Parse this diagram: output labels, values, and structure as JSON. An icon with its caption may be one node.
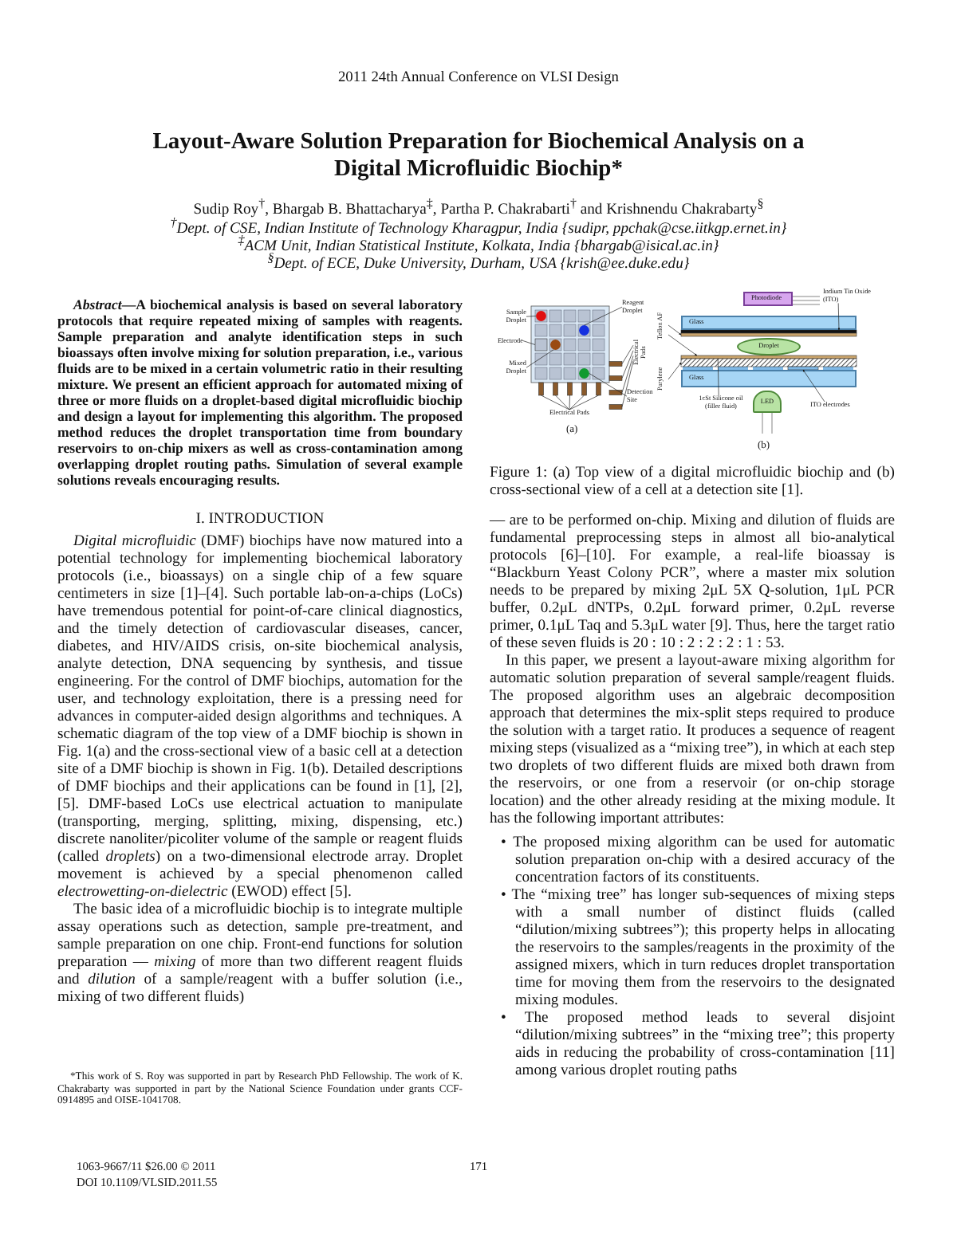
{
  "diagram": {
    "title": "Layout-Aware Solution Preparation for Biochemical Analysis on a Digital Microfluidic Biochip*",
    "caption": "Figure 1: (a) Top view of a digital microfluidic biochip and (b) cross-sectional view of a cell at a detection site [1].",
    "nodes": [
      {
        "text": [
          "Sample Droplet"
        ]
      },
      {
        "text": [
          "Electrode"
        ]
      },
      {
        "text": [
          "Mixed Droplet"
        ]
      },
      {
        "text": [
          "Reagent Droplet"
        ]
      },
      {
        "text": [
          "Electrical Pads"
        ]
      },
      {
        "text": [
          "Detection Site"
        ]
      },
      {
        "text": [
          "Electrical Pads"
        ]
      },
      {
        "text": [
          "Photodiode"
        ]
      },
      {
        "text": [
          "Indium Tin Oxide (ITO)"
        ]
      },
      {
        "text": [
          "Glass"
        ]
      },
      {
        "text": [
          "Teflon AF"
        ]
      },
      {
        "text": [
          "Droplet"
        ]
      },
      {
        "text": [
          "Parylene"
        ]
      },
      {
        "text": [
          "Glass"
        ]
      },
      {
        "text": [
          "1cSt Silicone oil (filler fluid)"
        ]
      },
      {
        "text": [
          "LED"
        ]
      },
      {
        "text": [
          "ITO electrodes"
        ]
      },
      {
        "text": [],
        "shape": "circle"
      },
      {
        "text": [],
        "shape": "box"
      },
      {
        "text": [],
        "shape": "circle"
      },
      {
        "text": [],
        "shape": "circle"
      },
      {
        "text": [],
        "shape": "bar"
      },
      {
        "text": [],
        "shape": "bar"
      },
      {
        "text": [],
        "shape": "bar"
      },
      {
        "text": [],
        "shape": "bar"
      },
      {
        "text": [],
        "shape": "circle"
      },
      {
        "text": [],
        "shape": "bar"
      },
      {
        "text": [],
        "shape": "bar"
      },
      {
        "text": [],
        "shape": "bar"
      },
      {
        "text": [],
        "shape": "bar"
      },
      {
        "text": [],
        "shape": "bar"
      },
      {
        "text": [],
        "shape": "bar"
      },
      {
        "text": [],
        "shape": "bar"
      },
      {
        "text": [],
        "shape": "bar"
      },
      {
        "text": [],
        "shape": "bar"
      },
      {
        "text": [],
        "shape": "bar"
      }
    ],
    "edges": [
      {
        "from": 0,
        "to": 17,
        "arrow": "none"
      },
      {
        "from": 1,
        "to": 18,
        "arrow": "none"
      },
      {
        "from": 2,
        "to": 19,
        "arrow": "none"
      },
      {
        "from": 3,
        "to": 20,
        "arrow": "none"
      },
      {
        "from": 4,
        "to": 21,
        "arrow": "none"
      },
      {
        "from": 4,
        "to": 22,
        "arrow": "none"
      },
      {
        "from": 4,
        "to": 23,
        "arrow": "none"
      },
      {
        "from": 4,
        "to": 24,
        "arrow": "none"
      },
      {
        "from": 5,
        "to": 25,
        "arrow": "none"
      },
      {
        "from": 6,
        "to": 26,
        "arrow": "none"
      },
      {
        "from": 6,
        "to": 27,
        "arrow": "none"
      },
      {
        "from": 6,
        "to": 28,
        "arrow": "none"
      },
      {
        "from": 6,
        "to": 29,
        "arrow": "none"
      },
      {
        "from": 6,
        "to": 30,
        "arrow": "none"
      },
      {
        "from": 8,
        "to": 31,
        "arrow": "to"
      },
      {
        "from": 10,
        "to": 32,
        "arrow": "to"
      },
      {
        "from": 10,
        "to": 33,
        "arrow": "to"
      },
      {
        "from": 12,
        "to": 34,
        "arrow": "to"
      },
      {
        "from": 14,
        "to": 33,
        "arrow": "none"
      },
      {
        "from": 16,
        "to": 35,
        "arrow": "to"
      }
    ],
    "labels": [
      "2011 24th Annual Conference on VLSI Design",
      "Sudip Roy$^{†}$, Bhargab B. Bhattacharya$^{‡}$, Partha P. Chakrabarti$^{†}$ and Krishnendu Chakrabarty$^{§}$",
      "$^{†}$Dept. of CSE, Indian Institute of Technology Kharagpur, India {sudipr, ppchak@cse.iitkgp.ernet.in}",
      "$^{‡}$ACM Unit, Indian Statistical Institute, Kolkata, India {bhargab@isical.ac.in}",
      "$^{§}$Dept. of ECE, Duke University, Durham, USA {krish@ee.duke.edu}",
      "*Abstract*—A biochemical analysis is based on several laboratory protocols that require repeated mixing of samples with reagents. Sample preparation and analyte identification steps in such bioassays often involve mixing for solution preparation, i.e., various fluids are to be mixed in a certain volumetric ratio in their resulting mixture. We present an efficient approach for automated mixing of three or more fluids on a droplet-based digital microfluidic biochip and design a layout for implementing this algorithm. The proposed method reduces the droplet transportation time from boundary reservoirs to on-chip mixers as well as cross-contamination among overlapping droplet routing paths. Simulation of several example solutions reveals encouraging results.",
      "I. INTRODUCTION",
      "*Digital microfluidic* (DMF) biochips have now matured into a potential technology for implementing biochemical laboratory protocols (i.e., bioassays) on a single chip of a few square centimeters in size [1]–[4]. Such portable lab-on-a-chips (LoCs) have tremendous potential for point-of-care clinical diagnostics, and the timely detection of cardiovascular diseases, cancer, diabetes, and HIV/AIDS crisis, on-site biochemical analysis, analyte detection, DNA sequencing by synthesis, and tissue engineering. For the control of DMF biochips, automation for the user, and technology exploitation, there is a pressing need for advances in computer-aided design algorithms and techniques. A schematic diagram of the top view of a DMF biochip is shown in Fig. 1(a) and the cross-sectional view of a basic cell at a detection site of a DMF biochip is shown in Fig. 1(b). Detailed descriptions of DMF biochips and their applications can be found in [1], [2], [5]. DMF-based LoCs use electrical actuation to manipulate (transporting, merging, splitting, mixing, dispensing, etc.) discrete nanoliter/picoliter volume of the sample or reagent fluids (called *droplets*) on a two-dimensional electrode array. Droplet movement is achieved by a special phenomenon called *electrowetting-on-dielectric* (EWOD) effect [5].",
      "The basic idea of a microfluidic biochip is to integrate multiple assay operations such as detection, sample pre-treatment, and sample preparation on one chip. Front-end functions for solution preparation — *mixing* of more than two different reagent fluids and *dilution* of a sample/reagent with a buffer solution (i.e., mixing of two different fluids)",
      "*This work of S. Roy was supported in part by Research PhD Fellowship. The work of K. Chakrabarty was supported in part by the National Science Foundation under grants CCF-0914895 and OISE-1041708.",
      "(a)",
      "(b)",
      "— are to be performed on-chip. Mixing and dilution of fluids are fundamental preprocessing steps in almost all bio-analytical protocols [6]–[10]. For example, a real-life bioassay is “Blackburn Yeast Colony PCR”, where a master mix solution needs to be prepared by mixing 2μL 5X Q-solution, 1μL PCR buffer, 0.2μL dNTPs, 0.2μL forward primer, 0.2μL reverse primer, 0.1μL Taq and 5.3μL water [9]. Thus, here the target ratio of these seven fluids is 20 : 10 : 2 : 2 : 2 : 1 : 53.",
      "In this paper, we present a layout-aware mixing algorithm for automatic solution preparation of several sample/reagent fluids. The proposed algorithm uses an algebraic decomposition approach that determines the mix-split steps required to produce the solution with a target ratio. It produces a sequence of reagent mixing steps (visualized as a “mixing tree”), in which at each step two droplets of two different fluids are mixed both drawn from the reservoirs, or one from a reservoir (or on-chip storage location) and the other already residing at the mixing module. It has the following important attributes:",
      "• The proposed mixing algorithm can be used for automatic solution preparation on-chip with a desired accuracy of the concentration factors of its constituents.",
      "• The “mixing tree” has longer sub-sequences of mixing steps with a small number of distinct fluids (called “dilution/mixing subtrees”); this property helps in allocating the reservoirs to the samples/reagents in the proximity of the assigned mixers, which in turn reduces droplet transportation time for moving them from the reservoirs to the designated mixing modules.",
      "• The proposed method leads to several disjoint “dilution/mixing subtrees” in the “mixing tree”; this property aids in reducing the probability of cross-contamination [11] among various droplet routing paths",
      "1063-9667/11 $26.00 © 2011",
      "DOI 10.1109/VLSID.2011.55",
      "171"
    ]
  }
}
